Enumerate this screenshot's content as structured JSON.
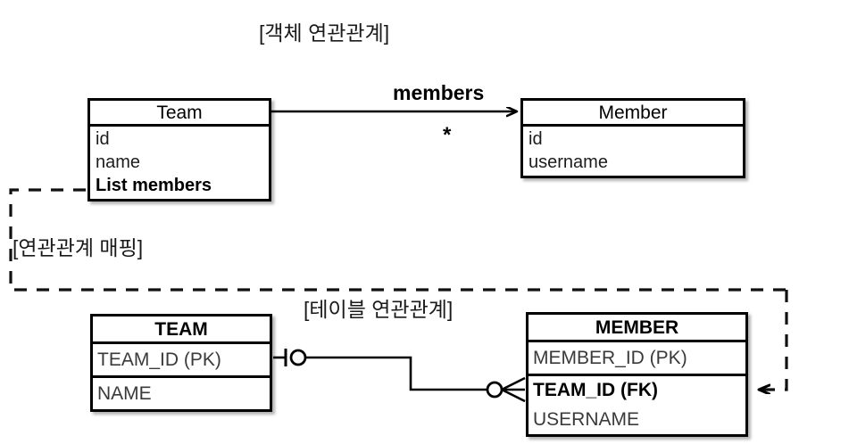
{
  "diagram": {
    "titles": {
      "object_relation": "[객체 연관관계]",
      "relation_mapping": "[연관관계 매핑]",
      "table_relation": "[테이블 연관관계]"
    },
    "object_model": {
      "team": {
        "name": "Team",
        "attributes": [
          {
            "text": "id",
            "bold": false
          },
          {
            "text": "name",
            "bold": false
          },
          {
            "text": "List members",
            "bold": true
          }
        ]
      },
      "member": {
        "name": "Member",
        "attributes": [
          {
            "text": "id",
            "bold": false
          },
          {
            "text": "username",
            "bold": false
          }
        ]
      },
      "association": {
        "label": "members",
        "multiplicity": "*"
      }
    },
    "table_model": {
      "team_table": {
        "name": "TEAM",
        "columns": [
          {
            "text": "TEAM_ID (PK)",
            "bold": false
          },
          {
            "text": "NAME",
            "bold": false
          }
        ]
      },
      "member_table": {
        "name": "MEMBER",
        "columns": [
          {
            "text": "MEMBER_ID (PK)",
            "bold": false
          },
          {
            "text": "TEAM_ID (FK)",
            "bold": true
          },
          {
            "text": "USERNAME",
            "bold": false
          }
        ]
      },
      "relationship": {
        "team_side": "one-and-only-one",
        "member_side": "zero-or-many"
      }
    },
    "colors": {
      "stroke": "#000000",
      "background": "#ffffff",
      "muted_text": "#3a3a3a"
    }
  }
}
